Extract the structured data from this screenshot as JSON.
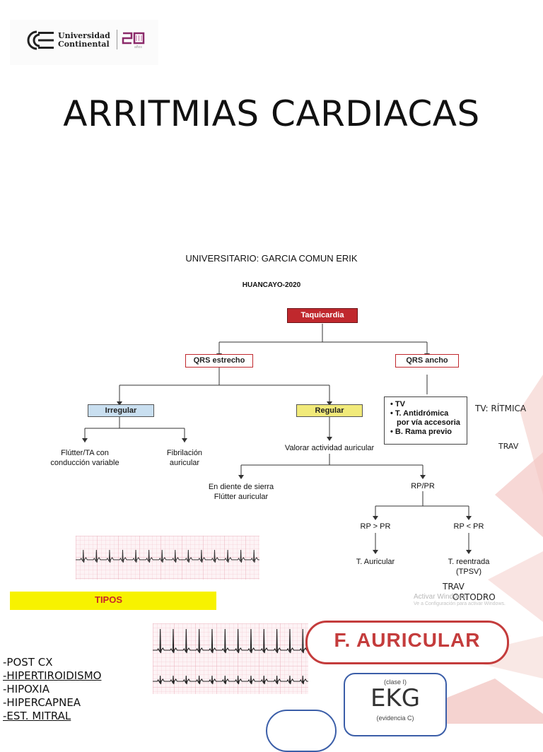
{
  "header": {
    "logo_line1": "Universidad",
    "logo_line2": "Continental",
    "anniversary": "años"
  },
  "title": "ARRITMIAS CARDIACAS",
  "student": "UNIVERSITARIO: GARCIA COMUN ERIK",
  "city": "HUANCAYO-2020",
  "flowchart": {
    "root": "Taquicardia",
    "narrow": "QRS estrecho",
    "wide": "QRS ancho",
    "irregular": "Irregular",
    "regular": "Regular",
    "flutter_variable_1": "Flútter/TA con",
    "flutter_variable_2": "conducción variable",
    "fib_1": "Fibrilación",
    "fib_2": "auricular",
    "valorar": "Valorar actividad auricular",
    "sierra_1": "En diente de sierra",
    "sierra_2": "Flútter auricular",
    "rppr": "RP/PR",
    "rp_gt": "RP > PR",
    "rp_lt": "RP < PR",
    "t_auricular": "T. Auricular",
    "t_reentrada_1": "T. reentrada",
    "t_reentrada_2": "(TPSV)",
    "wide_list": [
      "TV",
      "T. Antidrómica",
      "por vía accesoria",
      "B. Rama previo"
    ]
  },
  "side_notes": {
    "tv": "TV: RÍTMICA",
    "trav": "TRAV",
    "trav2": "TRAV",
    "ortodro": "ORTODRO"
  },
  "tipos": "TIPOS",
  "causes": [
    "-POST CX",
    "-HIPERTIROIDISMO",
    "-HIPOXIA",
    "-HIPERCAPNEA",
    "-EST. MITRAL"
  ],
  "fa_label": "F. AURICULAR",
  "ekg": {
    "clase": "(clase I)",
    "label": "EKG",
    "evidencia": "(evidencia C)"
  },
  "watermark": {
    "line1": "Activar Windows",
    "line2": "Ve a Configuración para activar Windows."
  },
  "colors": {
    "root_box": "#c0282d",
    "narrow_border": "#c0282d",
    "irregular_fill": "#c9dff0",
    "regular_fill": "#f1ea7a",
    "tipos_bar": "#f7f200",
    "fa_border": "#c43c3c",
    "ekg_border": "#3b5ea8",
    "strip_grid": "#e8a8b4"
  }
}
